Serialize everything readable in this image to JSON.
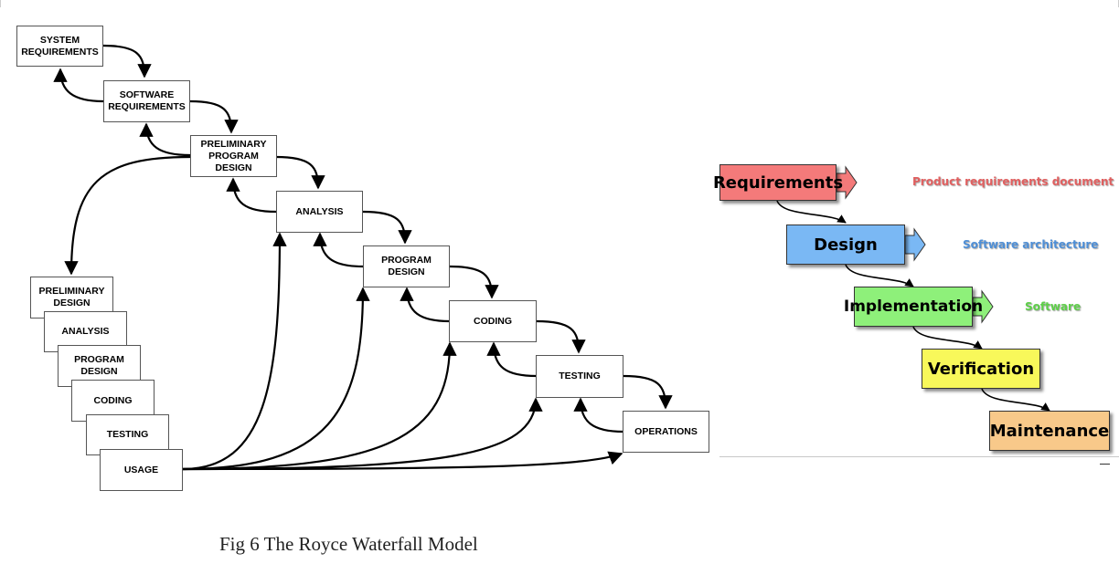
{
  "royce": {
    "boxes": {
      "system_requirements": "SYSTEM\nREQUIREMENTS",
      "software_requirements": "SOFTWARE\nREQUIREMENTS",
      "preliminary_program_design": "PRELIMINARY\nPROGRAM\nDESIGN",
      "analysis": "ANALYSIS",
      "program_design": "PROGRAM\nDESIGN",
      "coding": "CODING",
      "testing": "TESTING",
      "operations": "OPERATIONS"
    },
    "stack": {
      "preliminary_design": "PRELIMINARY\nDESIGN",
      "analysis": "ANALYSIS",
      "program_design": "PROGRAM\nDESIGN",
      "coding": "CODING",
      "testing": "TESTING",
      "usage": "USAGE"
    },
    "caption": "Fig 6 The Royce Waterfall Model"
  },
  "waterfall": {
    "phases": [
      {
        "label": "Requirements",
        "color": "#f47a7a",
        "deliverable": "Product requirements document",
        "deliverable_color": "#e06060"
      },
      {
        "label": "Design",
        "color": "#7ab8f4",
        "deliverable": "Software architecture",
        "deliverable_color": "#4f8fd6"
      },
      {
        "label": "Implementation",
        "color": "#8ef07a",
        "deliverable": "Software",
        "deliverable_color": "#5fcf4a"
      },
      {
        "label": "Verification",
        "color": "#f8f85a",
        "deliverable": "",
        "deliverable_color": "#e0e040"
      },
      {
        "label": "Maintenance",
        "color": "#f8c98a",
        "deliverable": "",
        "deliverable_color": "#e0a860"
      }
    ]
  }
}
